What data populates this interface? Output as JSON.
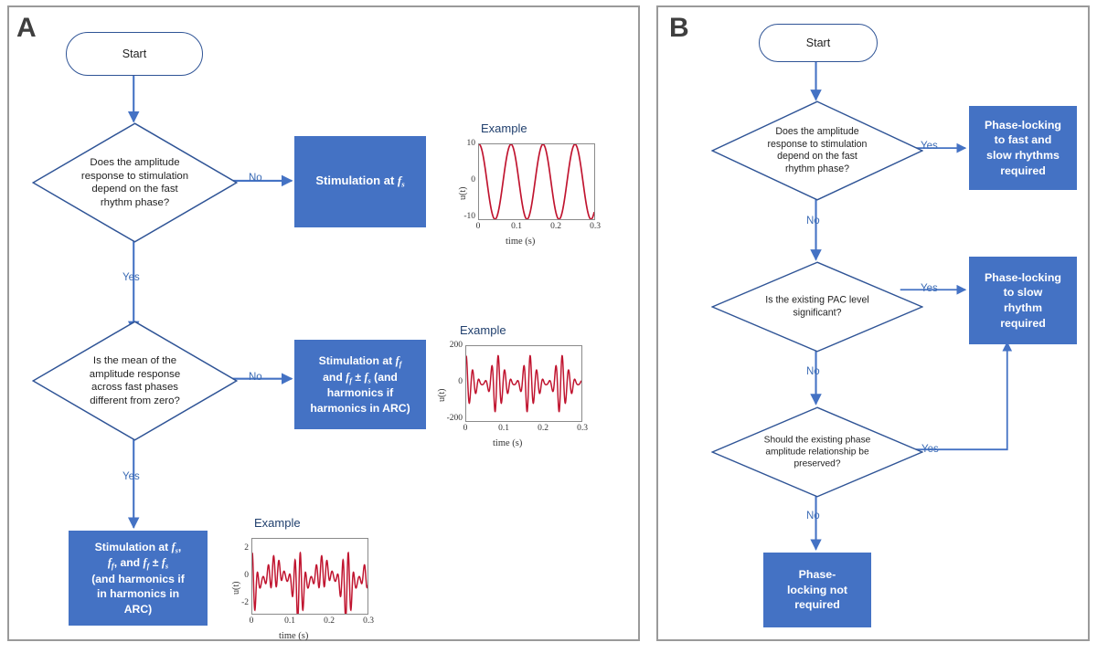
{
  "figure": {
    "panels": [
      {
        "letter": "A"
      },
      {
        "letter": "B"
      }
    ]
  },
  "panelA": {
    "start": "Start",
    "decision1": "Does the amplitude response to stimulation depend on the fast rhythm phase?",
    "decision1_lines": [
      "Does the amplitude",
      "response to stimulation",
      "depend on the fast",
      "rhythm phase?"
    ],
    "decision1_no": "No",
    "decision1_yes": "Yes",
    "box1_lines": [
      "Stimulation at f_s"
    ],
    "box1_text": "Stimulation at fs",
    "decision2": "Is the mean of the amplitude response across fast phases different from zero?",
    "decision2_lines": [
      "Is the mean of the",
      "amplitude response",
      "across fast phases",
      "different from zero?"
    ],
    "decision2_no": "No",
    "decision2_yes": "Yes",
    "box2_text": "Stimulation at ff and ff ± fs (and harmonics if harmonics in ARC)",
    "box3_text": "Stimulation at fs, ff, and ff ± fs (and harmonics if in harmonics in ARC)",
    "plot_title": "Example"
  },
  "panelB": {
    "start": "Start",
    "decision1_lines": [
      "Does the amplitude",
      "response to stimulation",
      "depend on the fast",
      "rhythm phase?"
    ],
    "decision1_yes": "Yes",
    "decision1_no": "No",
    "box1_lines": [
      "Phase-locking",
      "to fast and",
      "slow rhythms",
      "required"
    ],
    "decision2_lines": [
      "Is the existing PAC level",
      "significant?"
    ],
    "decision2_yes": "Yes",
    "decision2_no": "No",
    "box2_lines": [
      "Phase-locking",
      "to slow",
      "rhythm",
      "required"
    ],
    "decision3_lines": [
      "Should the existing phase",
      "amplitude relationship be",
      "preserved?"
    ],
    "decision3_yes": "Yes",
    "decision3_no": "No",
    "box3_lines": [
      "Phase-",
      "locking not",
      "required"
    ]
  },
  "colors": {
    "process_fill": "#4472C4",
    "outline": "#2F5496",
    "arrow": "#4472C4",
    "curve": "#C0142F",
    "panel_border": "#9a9a9a",
    "label_text": "#3B6BB5"
  },
  "chart_data": [
    {
      "type": "line",
      "id": "example-1",
      "title": "Example",
      "xlabel": "time (s)",
      "ylabel": "u(t)",
      "xlim": [
        0,
        0.3
      ],
      "ylim": [
        -10,
        10
      ],
      "xticks": [
        0,
        0.1,
        0.2,
        0.3
      ],
      "xticklabels": [
        "0",
        "0.1",
        "0.2",
        "0.3"
      ],
      "yticks": [
        -10,
        0,
        10
      ],
      "yticklabels": [
        "-10",
        "0",
        "10"
      ],
      "grid": false,
      "legend": "none",
      "description": "Pure slow sinusoid: stimulation at fs only",
      "series": [
        {
          "name": "u(t)",
          "formula": "10*cos(2*pi*12*t)",
          "frequency_hz": 12,
          "amplitude": 10
        }
      ]
    },
    {
      "type": "line",
      "id": "example-2",
      "title": "Example",
      "xlabel": "time (s)",
      "ylabel": "u(t)",
      "xlim": [
        0,
        0.3
      ],
      "ylim": [
        -200,
        200
      ],
      "xticks": [
        0,
        0.1,
        0.2,
        0.3
      ],
      "xticklabels": [
        "0",
        "0.1",
        "0.2",
        "0.3"
      ],
      "yticks": [
        -200,
        0,
        200
      ],
      "yticklabels": [
        "-200",
        "0",
        "200"
      ],
      "grid": false,
      "legend": "none",
      "description": "Fast rhythm amplitude-modulated by slow rhythm: ff and ff +/- fs components",
      "series": [
        {
          "name": "u(t)",
          "formula": "150*(0.55+0.45*cos(2*pi*12*t))*cos(2*pi*60*t)",
          "fast_frequency_hz": 60,
          "slow_frequency_hz": 12,
          "amplitude": 160
        }
      ]
    },
    {
      "type": "line",
      "id": "example-3",
      "title": "Example",
      "xlabel": "time (s)",
      "ylabel": "u(t)",
      "xlim": [
        0,
        0.3
      ],
      "ylim": [
        -2.6,
        3.0
      ],
      "xticks": [
        0,
        0.1,
        0.2,
        0.3
      ],
      "xticklabels": [
        "0",
        "0.1",
        "0.2",
        "0.3"
      ],
      "yticks": [
        -2,
        0,
        2
      ],
      "yticklabels": [
        "-2",
        "0",
        "2"
      ],
      "grid": false,
      "legend": "none",
      "description": "Mixture of slow, fast and sideband components with non-zero mean amplitude response",
      "series": [
        {
          "name": "u(t)",
          "formula": "0.9*cos(2*pi*12*t) + 1.1*(0.5+0.5*cos(2*pi*12*t))*cos(2*pi*72*t)",
          "fast_frequency_hz": 72,
          "slow_frequency_hz": 12,
          "amplitude": 3
        }
      ]
    }
  ]
}
